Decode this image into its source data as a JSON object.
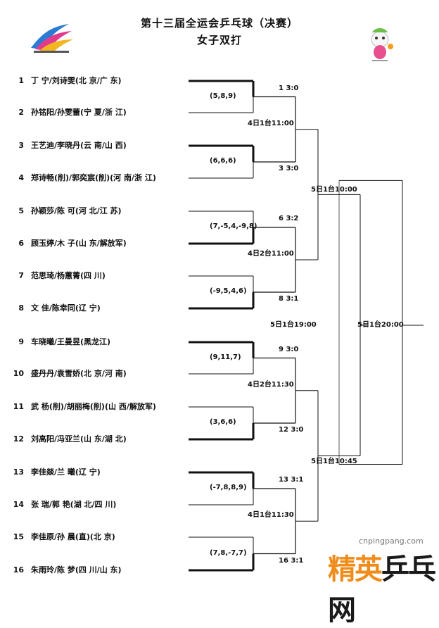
{
  "header": {
    "title": "第十三届全运会乒乓球（决赛）",
    "subtitle": "女子双打"
  },
  "players": [
    {
      "seed": "1",
      "name": "丁 宁/刘诗雯(北 京/广 东)"
    },
    {
      "seed": "2",
      "name": "孙铭阳/孙雯蕾(宁 夏/浙 江)"
    },
    {
      "seed": "3",
      "name": "王艺迪/李晓丹(云 南/山 西)"
    },
    {
      "seed": "4",
      "name": "郑诗畅(削)/郭奕宸(削)(河 南/浙 江)"
    },
    {
      "seed": "5",
      "name": "孙颖莎/陈 可(河 北/江 苏)"
    },
    {
      "seed": "6",
      "name": "顾玉婷/木 子(山 东/解放军)"
    },
    {
      "seed": "7",
      "name": "范思琦/杨蕙菁(四 川)"
    },
    {
      "seed": "8",
      "name": "文 佳/陈幸同(辽 宁)"
    },
    {
      "seed": "9",
      "name": "车晓曦/王曼昱(黑龙江)"
    },
    {
      "seed": "10",
      "name": "盛丹丹/袁雪娇(北 京/河 南)"
    },
    {
      "seed": "11",
      "name": "武 杨(削)/胡丽梅(削)(山 西/解放军)"
    },
    {
      "seed": "12",
      "name": "刘高阳/冯亚兰(山 东/湖 北)"
    },
    {
      "seed": "13",
      "name": "李佳燚/兰 曦(辽 宁)"
    },
    {
      "seed": "14",
      "name": "张 瑞/郭 艳(湖 北/四 川)"
    },
    {
      "seed": "15",
      "name": "李佳原/孙 晨(直)(北 京)"
    },
    {
      "seed": "16",
      "name": "朱雨玲/陈 梦(四 川/山 东)"
    }
  ],
  "round1": [
    {
      "games": "(5,8,9)",
      "result": "1  3:0"
    },
    {
      "games": "(6,6,6)",
      "result": "3  3:0"
    },
    {
      "games": "(7,-5,4,-9,8)",
      "result": "6  3:2"
    },
    {
      "games": "(-9,5,4,6)",
      "result": "8  3:1"
    },
    {
      "games": "(9,11,7)",
      "result": "9  3:0"
    },
    {
      "games": "(3,6,6)",
      "result": "12  3:0"
    },
    {
      "games": "(-7,8,8,9)",
      "result": "13  3:1"
    },
    {
      "games": "(7,8,-7,7)",
      "result": "16  3:1"
    }
  ],
  "quarterfinals": [
    {
      "schedule": "4日1台11:00"
    },
    {
      "schedule": "4日2台11:00"
    },
    {
      "schedule": "4日2台11:30"
    },
    {
      "schedule": "4日1台11:30"
    }
  ],
  "semifinals": [
    {
      "schedule": "5日1台10:00"
    },
    {
      "schedule": "5日1台10:45"
    }
  ],
  "bronze": {
    "schedule": "5日1台19:00"
  },
  "final": {
    "schedule": "5日1台20:00"
  },
  "watermark": {
    "url": "cnpingpang.com",
    "brand_a": "精英",
    "brand_b": "乒乓网"
  },
  "colors": {
    "line": "#111111",
    "thin_line": "#333333",
    "brand_orange": "#f08c1a"
  },
  "icons": [
    "games-logo-icon",
    "mascot-icon",
    "watermark-logo-icon"
  ]
}
